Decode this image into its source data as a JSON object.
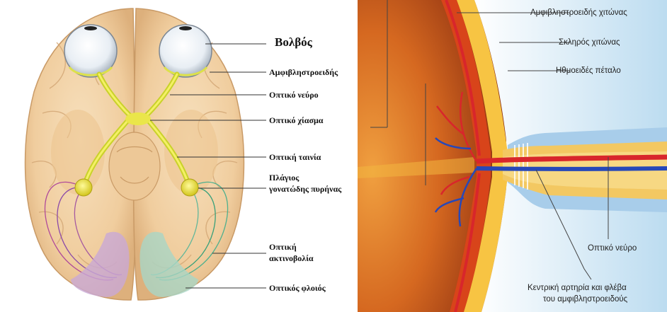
{
  "left_labels": {
    "bolbos": "Βολβός",
    "amfiblistroeidis": "Αμφιβληστροειδής",
    "optiko_neyro": "Οπτικό νεύρο",
    "optiko_chiasma": "Οπτικό χίασμα",
    "optiki_tainia": "Οπτική ταινία",
    "plagios_line1": "Πλάγιος",
    "plagios_line2": "γονατώδης πυρήνας",
    "aktinobolia_line1": "Οπτική",
    "aktinobolia_line2": "ακτινοβολία",
    "floios": "Οπτικός φλοιός"
  },
  "right_labels": {
    "amfiblistroeidis_chitonas": "Αμφιβληστροειδής χιτώνας",
    "skliros_chitonas": "Σκληρός χιτώνας",
    "ithmoeides_petalo": "Ηθμοειδές πέταλο",
    "optiko_neyro": "Οπτικό νεύρο",
    "kentriki_line1": "Κεντρική αρτηρία και φλέβα",
    "kentriki_line2": "του αμφιβληστροειδούς"
  },
  "colors": {
    "brain": "#f2d3a8",
    "brain_shadow": "#d9b07f",
    "optic_pathway": "#e8e34a",
    "artery": "#d8262b",
    "vein": "#2748b8",
    "sclera": "#d6ecf8",
    "retina_layer": "#f6c042",
    "background_eye": "#c8561c"
  }
}
